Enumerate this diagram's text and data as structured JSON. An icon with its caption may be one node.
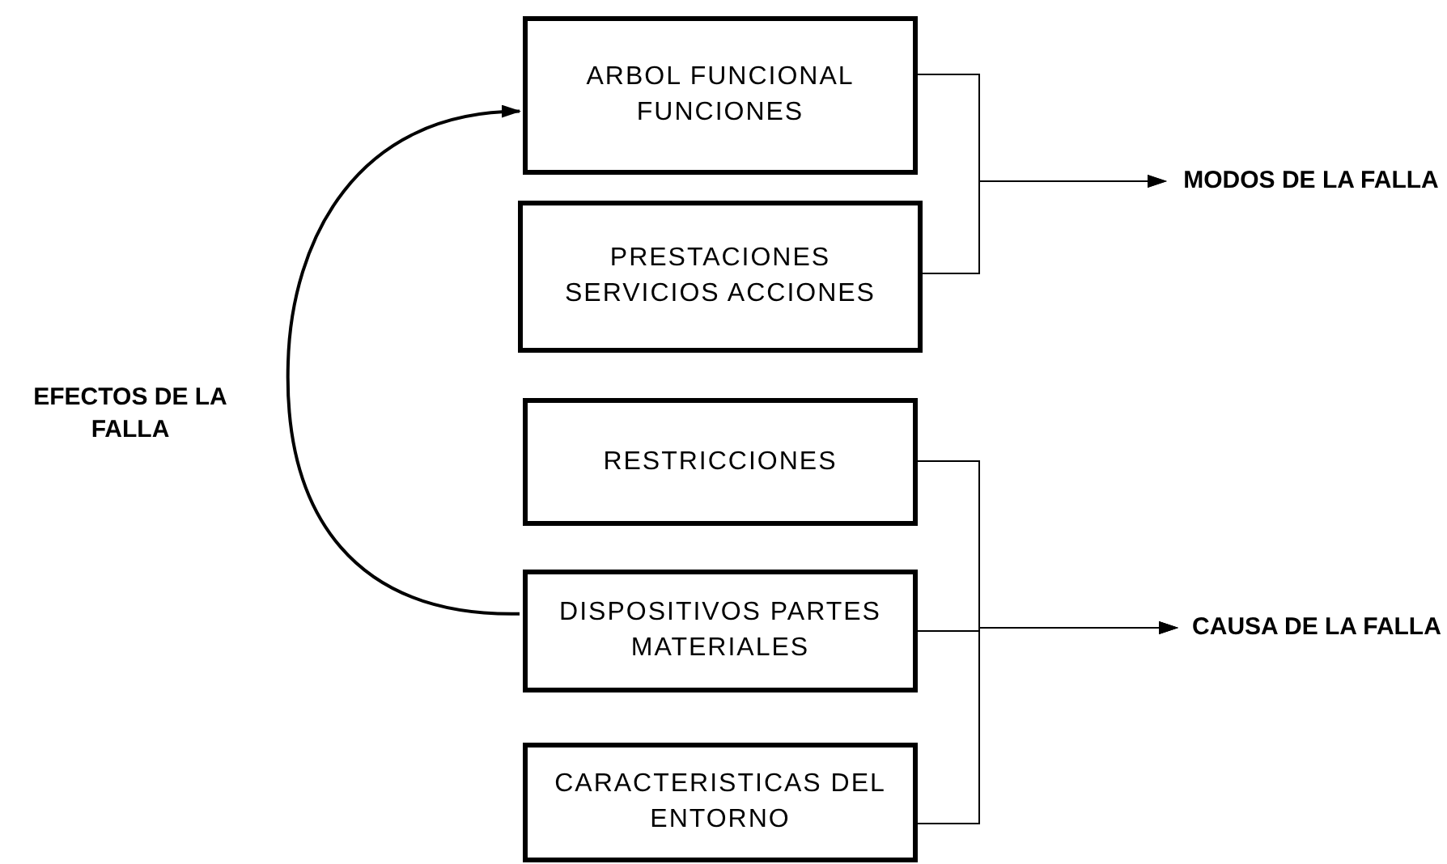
{
  "diagram": {
    "nodes": [
      {
        "text": [
          "ARBOL FUNCIONAL FUNCIONES"
        ]
      },
      {
        "text": [
          "PRESTACIONES SERVICIOS ACCIONES"
        ]
      },
      {
        "text": [
          "RESTRICCIONES"
        ]
      },
      {
        "text": [
          "DISPOSITIVOS PARTES MATERIALES"
        ]
      },
      {
        "text": [
          "CARACTERISTICAS DEL ENTORNO"
        ]
      },
      {
        "text": [
          "MODOS DE LA FALLA"
        ]
      },
      {
        "text": [
          "CAUSA DE LA FALLA"
        ]
      }
    ],
    "edges": [
      {
        "from": 0,
        "to": 5,
        "arrow": "to"
      },
      {
        "from": 1,
        "to": 5,
        "arrow": "to"
      },
      {
        "from": 2,
        "to": 6,
        "arrow": "to"
      },
      {
        "from": 3,
        "to": 6,
        "arrow": "to"
      },
      {
        "from": 4,
        "to": 6,
        "arrow": "to"
      },
      {
        "from": 3,
        "to": 0,
        "arrow": "to"
      }
    ],
    "labels": [
      "EFECTOS DE LA FALLA"
    ]
  }
}
